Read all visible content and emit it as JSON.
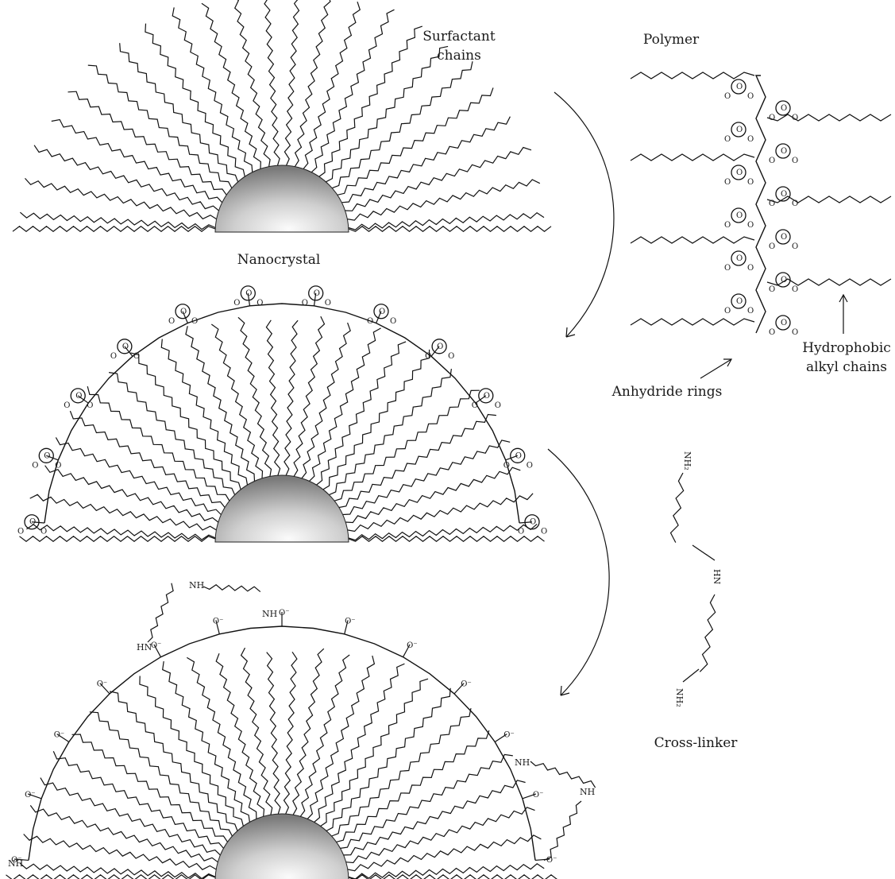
{
  "labels": {
    "surfactant_chains": [
      "Surfactant",
      "chains"
    ],
    "polymer": "Polymer",
    "nanocrystal": "Nanocrystal",
    "hydrophobic_alkyl_chains": [
      "Hydrophobic",
      "alkyl chains"
    ],
    "anhydride_rings": "Anhydride rings",
    "cross_linker": "Cross-linker"
  },
  "atoms": {
    "oxygen": "O",
    "oxide": "O⁻",
    "amine": "NH",
    "amide": "HN",
    "amine_terminal": "NH₂"
  },
  "colors": {
    "ink": "#111111",
    "sphere_light": "#f4f4f4",
    "sphere_dark": "#7a7a7a"
  }
}
